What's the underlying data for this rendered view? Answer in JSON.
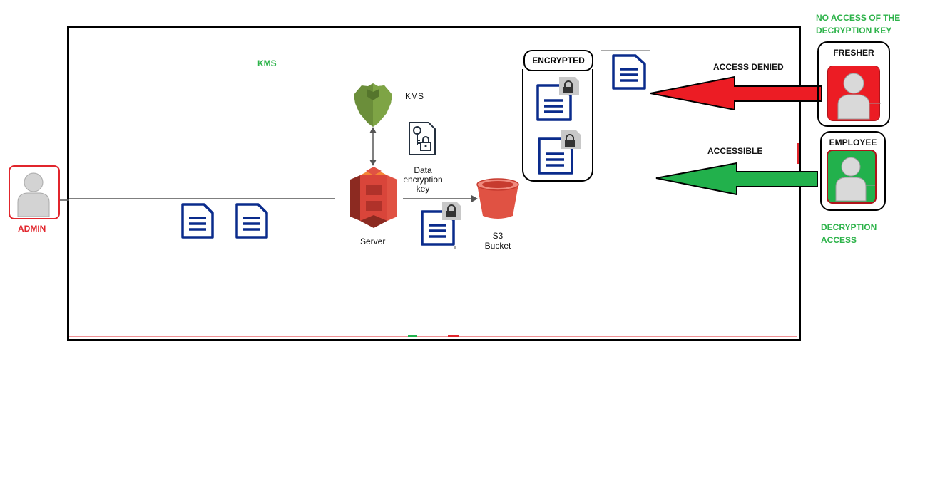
{
  "labels": {
    "kms_header": "KMS",
    "kms": "KMS",
    "data_key_1": "Data",
    "data_key_2": "encryption",
    "data_key_3": "key",
    "server": "Server",
    "s3_1": "S3",
    "s3_2": "Bucket",
    "encrypted": "ENCRYPTED",
    "access_denied": "ACCESS DENIED",
    "accessible": "ACCESSIBLE",
    "no_access_1": "NO ACCESS OF THE",
    "no_access_2": "DECRYPTION KEY",
    "fresher": "FRESHER",
    "employee": "EMPLOYEE",
    "decryption_access_1": "DECRYPTION",
    "decryption_access_2": "ACCESS",
    "admin": "ADMIN"
  },
  "icons": {
    "user": "user-icon",
    "document": "document-icon",
    "locked_document": "locked-document-icon",
    "kms": "kms-shield-icon",
    "key": "key-lock-icon",
    "server": "aws-s3-icon",
    "bucket": "s3-bucket-icon",
    "arrow": "arrow-icon"
  },
  "colors": {
    "denied": "#ec1c24",
    "allowed": "#22b14c",
    "doc": "#0a2b8c",
    "server": "#d9453a",
    "kms": "#6b8e3a",
    "user_label": "#e1252c",
    "green_text": "#2db34a"
  }
}
